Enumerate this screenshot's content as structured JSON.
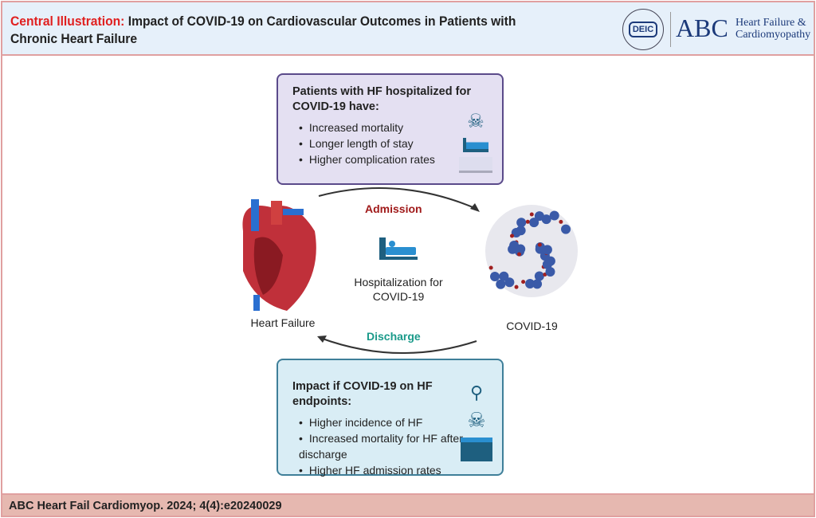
{
  "header": {
    "title_prefix": "Central Illustration:",
    "title": " Impact of COVID-19 on Cardiovascular Outcomes in Patients with Chronic Heart Failure",
    "logo_deic": "DEIC",
    "logo_abc": "ABC",
    "logo_sub1": "Heart Failure &",
    "logo_sub2": "Cardiomyopathy"
  },
  "top_box": {
    "heading": "Patients with HF hospitalized for COVID-19 have:",
    "items": [
      "Increased mortality",
      "Longer length of stay",
      "Higher complication rates"
    ]
  },
  "bottom_box": {
    "heading": "Impact if COVID-19 on HF endpoints:",
    "items": [
      "Higher incidence of HF",
      "Increased mortality for HF after discharge",
      "Higher HF admission rates"
    ]
  },
  "diagram": {
    "heart_label": "Heart Failure",
    "virus_label": "COVID-19",
    "admission": "Admission",
    "discharge": "Discharge",
    "center_label_1": "Hospitalization for",
    "center_label_2": "COVID-19"
  },
  "footer": {
    "citation": "ABC Heart Fail Cardiomyop. 2024; 4(4):e20240029"
  },
  "colors": {
    "admission": "#a01a1a",
    "discharge": "#1a9a8a",
    "title_accent": "#e02020",
    "icon_blue": "#2a8fd0"
  }
}
